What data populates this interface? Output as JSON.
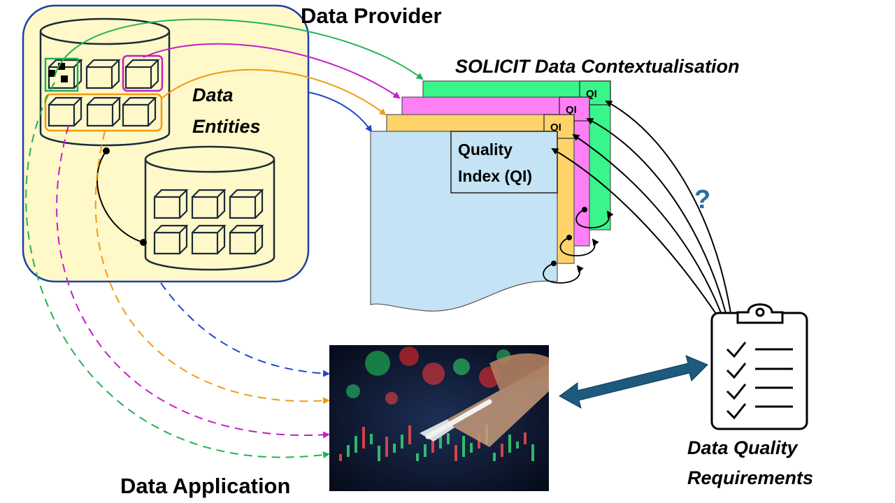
{
  "diagram": {
    "provider_label": "Data Provider",
    "entities_label_line1": "Data",
    "entities_label_line2": "Entities",
    "contextualisation_title": "SOLICIT Data Contextualisation",
    "qi_tag": "QI",
    "qi_box_line1": "Quality",
    "qi_box_line2": "Index (QI)",
    "question_mark": "?",
    "application_label": "Data Application",
    "requirements_line1": "Data Quality",
    "requirements_line2": "Requirements"
  },
  "colors": {
    "provider_fill": "#fff8c8",
    "provider_border": "#1f3fa8",
    "green": "#22b256",
    "magenta": "#c21fc8",
    "orange": "#f39a12",
    "blue": "#1f49c8",
    "sheet_blue": "#c4e3f4",
    "sheet_yellow": "#ffd36a",
    "sheet_pink": "#ff7ff5",
    "sheet_green": "#3af58a",
    "teal_arrow": "#1c5a7e"
  },
  "icons": [
    "database-icon",
    "cube-icon",
    "clipboard-checklist-icon",
    "double-arrow-icon",
    "question-icon",
    "trading-screen-image"
  ]
}
